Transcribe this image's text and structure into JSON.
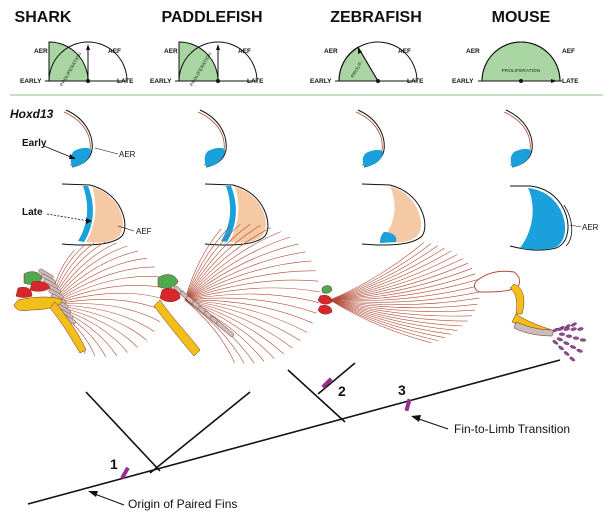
{
  "columns": [
    {
      "title": "SHARK"
    },
    {
      "title": "PADDLEFISH"
    },
    {
      "title": "ZEBRAFISH"
    },
    {
      "title": "MOUSE"
    }
  ],
  "dial": {
    "aer": "AER",
    "aef": "AEF",
    "early": "EARLY",
    "late": "LATE",
    "proliferation_full": "PROLIFERATION",
    "proliferation_short": "PROLIF."
  },
  "expression": {
    "gene": "Hoxd13",
    "early_label": "Early",
    "late_label": "Late",
    "aer_label": "AER",
    "aef_label": "AEF"
  },
  "phylogeny": {
    "nodes": [
      {
        "number": "1",
        "event": "Origin of Paired Fins"
      },
      {
        "number": "2",
        "event": ""
      },
      {
        "number": "3",
        "event": "Fin-to-Limb Transition"
      }
    ]
  },
  "colors": {
    "proliferation": "#a8d5a2",
    "hoxd13": "#1aa1dc",
    "aef": "#f6c9a5",
    "node_marker": "#9b2d8e",
    "separator": "#8cc084",
    "radial_red": "#d9262b",
    "radial_yellow": "#f2be1a",
    "radial_gray": "#c8bcbc",
    "radial_green": "#4faa4f",
    "fin_ray": "#b04a33"
  }
}
